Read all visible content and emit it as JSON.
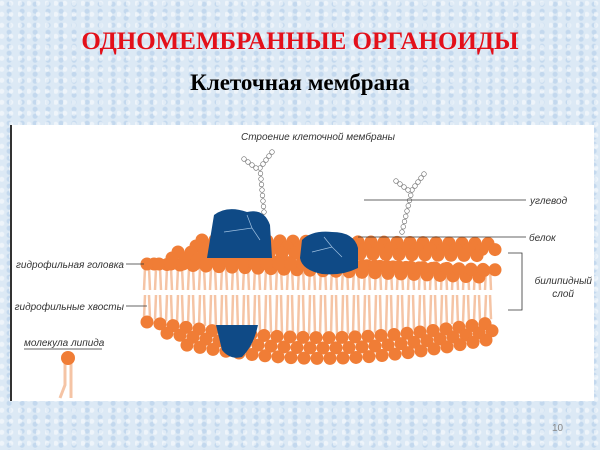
{
  "slide": {
    "title": "ОДНОМЕМБРАННЫЕ ОРГАНОИДЫ",
    "subtitle": "Клеточная мембрана",
    "page_number": "10"
  },
  "figure": {
    "title": "Строение клеточной мембраны",
    "labels": {
      "carbohydrate": "углевод",
      "protein": "белок",
      "bilayer_line1": "билипидный",
      "bilayer_line2": "слой",
      "head": "гидрофильная головка",
      "tails": "гидрофильные хвосты",
      "lipid": "молекула липида"
    },
    "colors": {
      "title": "#e3101a",
      "lipid_head": "#f07d36",
      "lipid_tail": "#f5c4a5",
      "protein": "#0f4a86"
    }
  }
}
